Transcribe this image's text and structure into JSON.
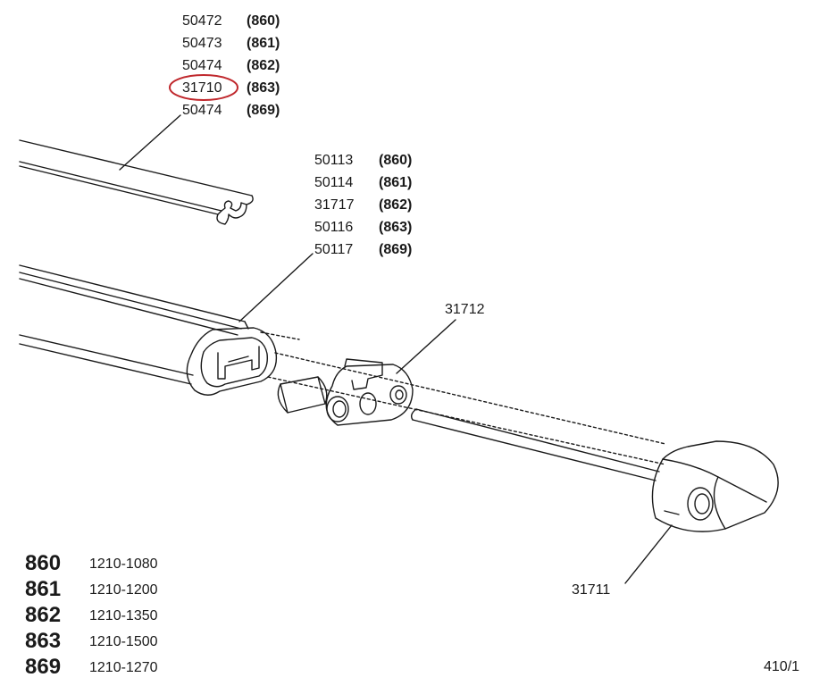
{
  "part_groups": {
    "top_strip": [
      {
        "part": "50472",
        "model": "(860)"
      },
      {
        "part": "50473",
        "model": "(861)"
      },
      {
        "part": "50474",
        "model": "(862)"
      },
      {
        "part": "31710",
        "model": "(863)",
        "highlighted": true
      },
      {
        "part": "50474",
        "model": "(869)"
      }
    ],
    "main_bar": [
      {
        "part": "50113",
        "model": "(860)"
      },
      {
        "part": "50114",
        "model": "(861)"
      },
      {
        "part": "31717",
        "model": "(862)"
      },
      {
        "part": "50116",
        "model": "(863)"
      },
      {
        "part": "50117",
        "model": "(869)"
      }
    ]
  },
  "callouts": {
    "bracket": "31712",
    "end_cap": "31711"
  },
  "legend": [
    {
      "code": "860",
      "range": "1210-1080"
    },
    {
      "code": "861",
      "range": "1210-1200"
    },
    {
      "code": "862",
      "range": "1210-1350"
    },
    {
      "code": "863",
      "range": "1210-1500"
    },
    {
      "code": "869",
      "range": "1210-1270"
    }
  ],
  "page_number": "410/1",
  "colors": {
    "line": "#1a1a1a",
    "highlight_ring": "#c0282d",
    "background": "#ffffff"
  }
}
